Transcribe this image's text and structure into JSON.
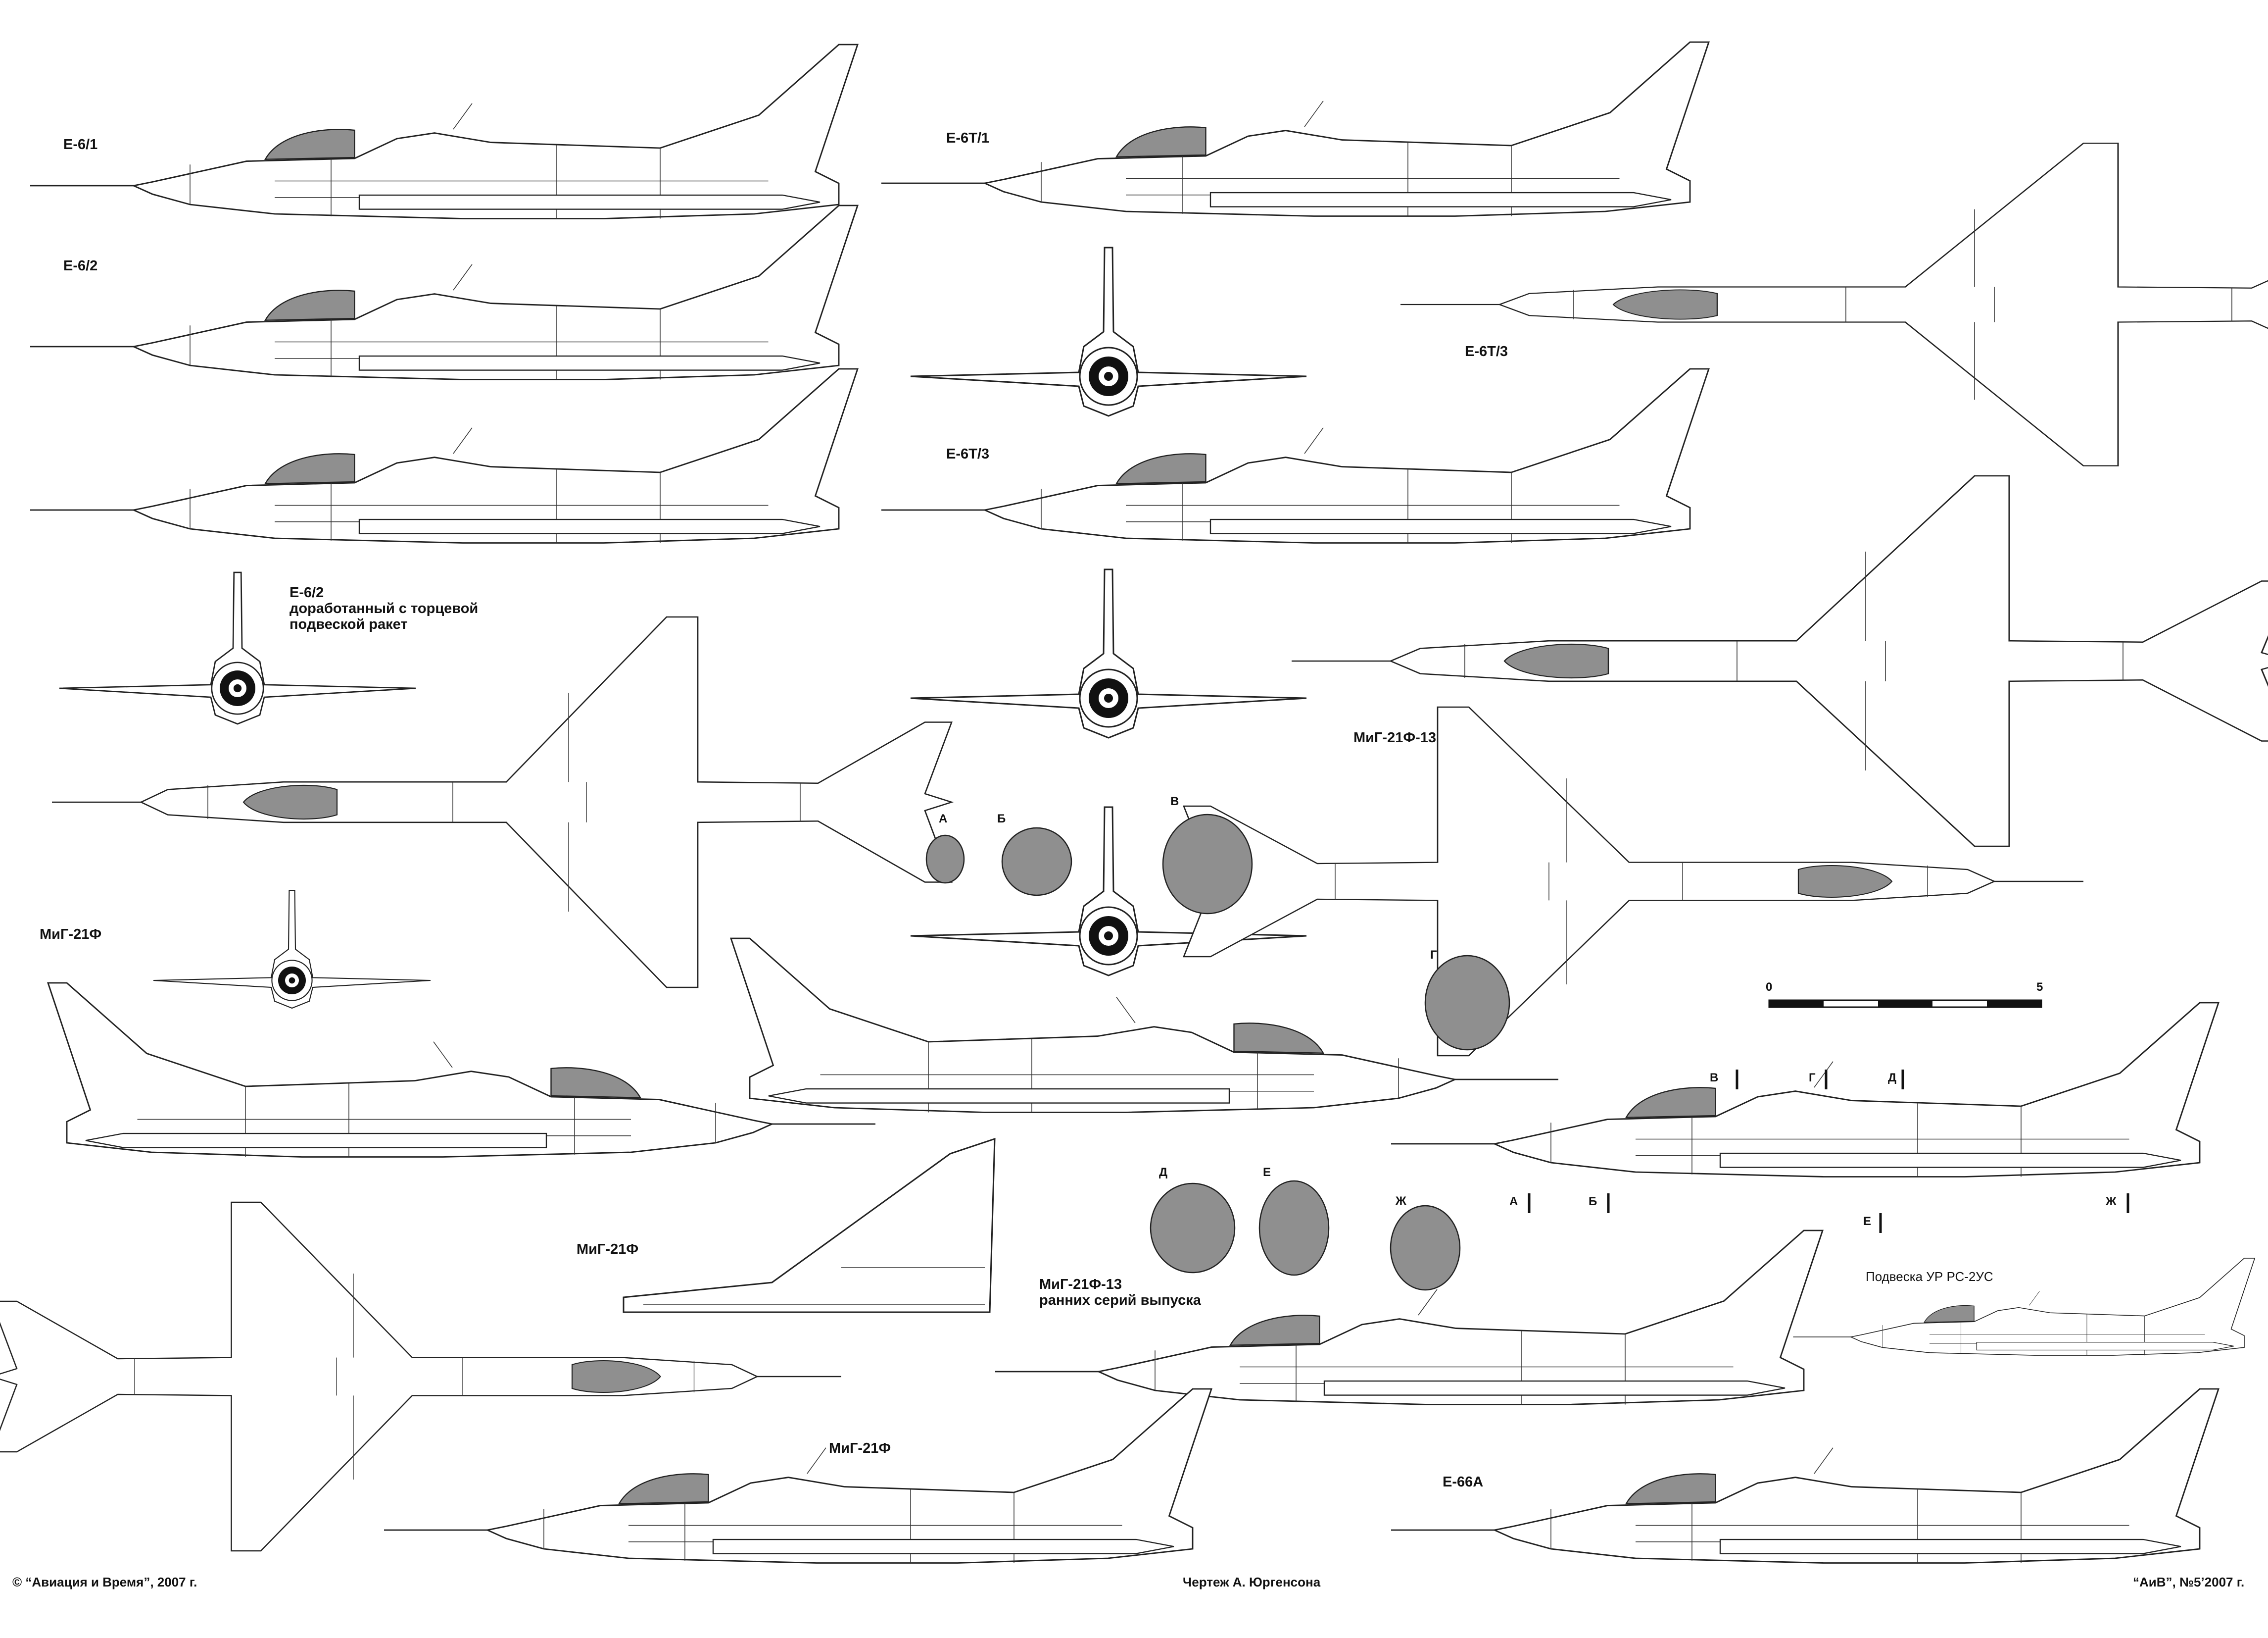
{
  "labels": {
    "e6_1": "Е-6/1",
    "e6_2": "Е-6/2",
    "e6t_1": "Е-6Т/1",
    "e6t_3a": "Е-6Т/3",
    "e6t_3b": "Е-6Т/3",
    "e6_2_mod_1": "Е-6/2",
    "e6_2_mod_2": "доработанный с торцевой",
    "e6_2_mod_3": "подвеской ракет",
    "mig21f_a": "МиГ-21Ф",
    "mig21f_b": "МиГ-21Ф",
    "mig21f_c": "МиГ-21Ф",
    "mig21f13_a": "МиГ-21Ф-13",
    "mig21f13_b_1": "МиГ-21Ф-13",
    "mig21f13_b_2": "ранних серий выпуска",
    "e66a": "Е-66А",
    "rs2us": "Подвеска УР РС-2УС"
  },
  "sections": {
    "A": "А",
    "B": "Б",
    "V": "В",
    "G": "Г",
    "D": "Д",
    "E": "Е",
    "ZH": "Ж"
  },
  "scale": {
    "start": "0",
    "end": "5"
  },
  "footer": {
    "copyright": "© “Авиация и Время”, 2007 г.",
    "author": "Чертеж А. Юргенсона",
    "issue": "“АиВ”, №5’2007 г."
  },
  "colors": {
    "ink": "#222222",
    "fill_grey": "#8f8f8f",
    "paper": "#ffffff"
  }
}
